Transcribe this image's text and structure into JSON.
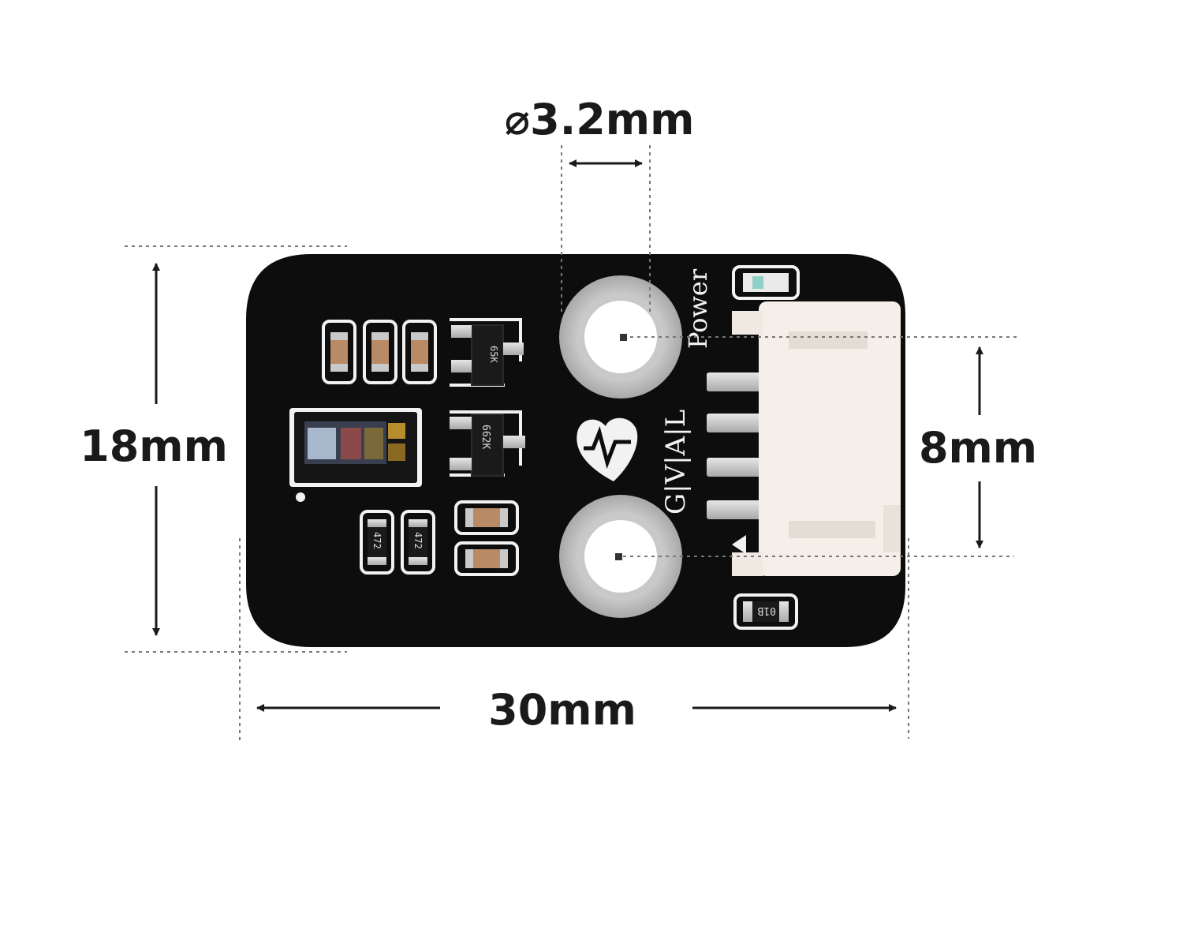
{
  "dimensions": {
    "hole_diameter": "⌀3.2mm",
    "board_height": "18mm",
    "hole_spacing": "8mm",
    "board_width": "30mm"
  },
  "board_labels": {
    "power": "Power",
    "pins": "G|V|A|L",
    "transistor_1": "65K",
    "transistor_2": "662K",
    "resistor_1": "472",
    "resistor_2": "472",
    "resistor_3": "01B"
  },
  "colors": {
    "pcb": "#0d0d0d",
    "silkscreen": "#f2f2f2",
    "dimension": "#1a1a1a",
    "connector": "#f4efe9"
  }
}
